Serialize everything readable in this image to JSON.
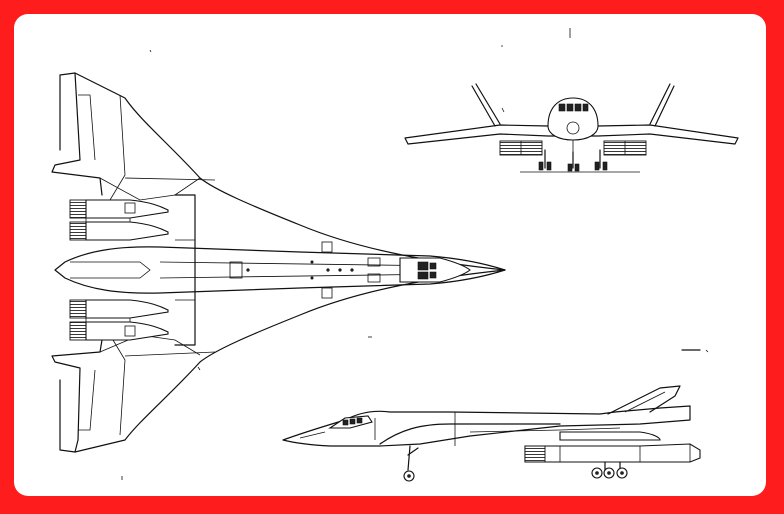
{
  "drawing": {
    "subject": "",
    "views": [
      {
        "name": "top-view"
      },
      {
        "name": "front-view"
      },
      {
        "name": "side-view"
      }
    ],
    "colors": {
      "frame": "#ff1c1c",
      "sheet": "#ffffff",
      "ink": "#111111"
    }
  }
}
